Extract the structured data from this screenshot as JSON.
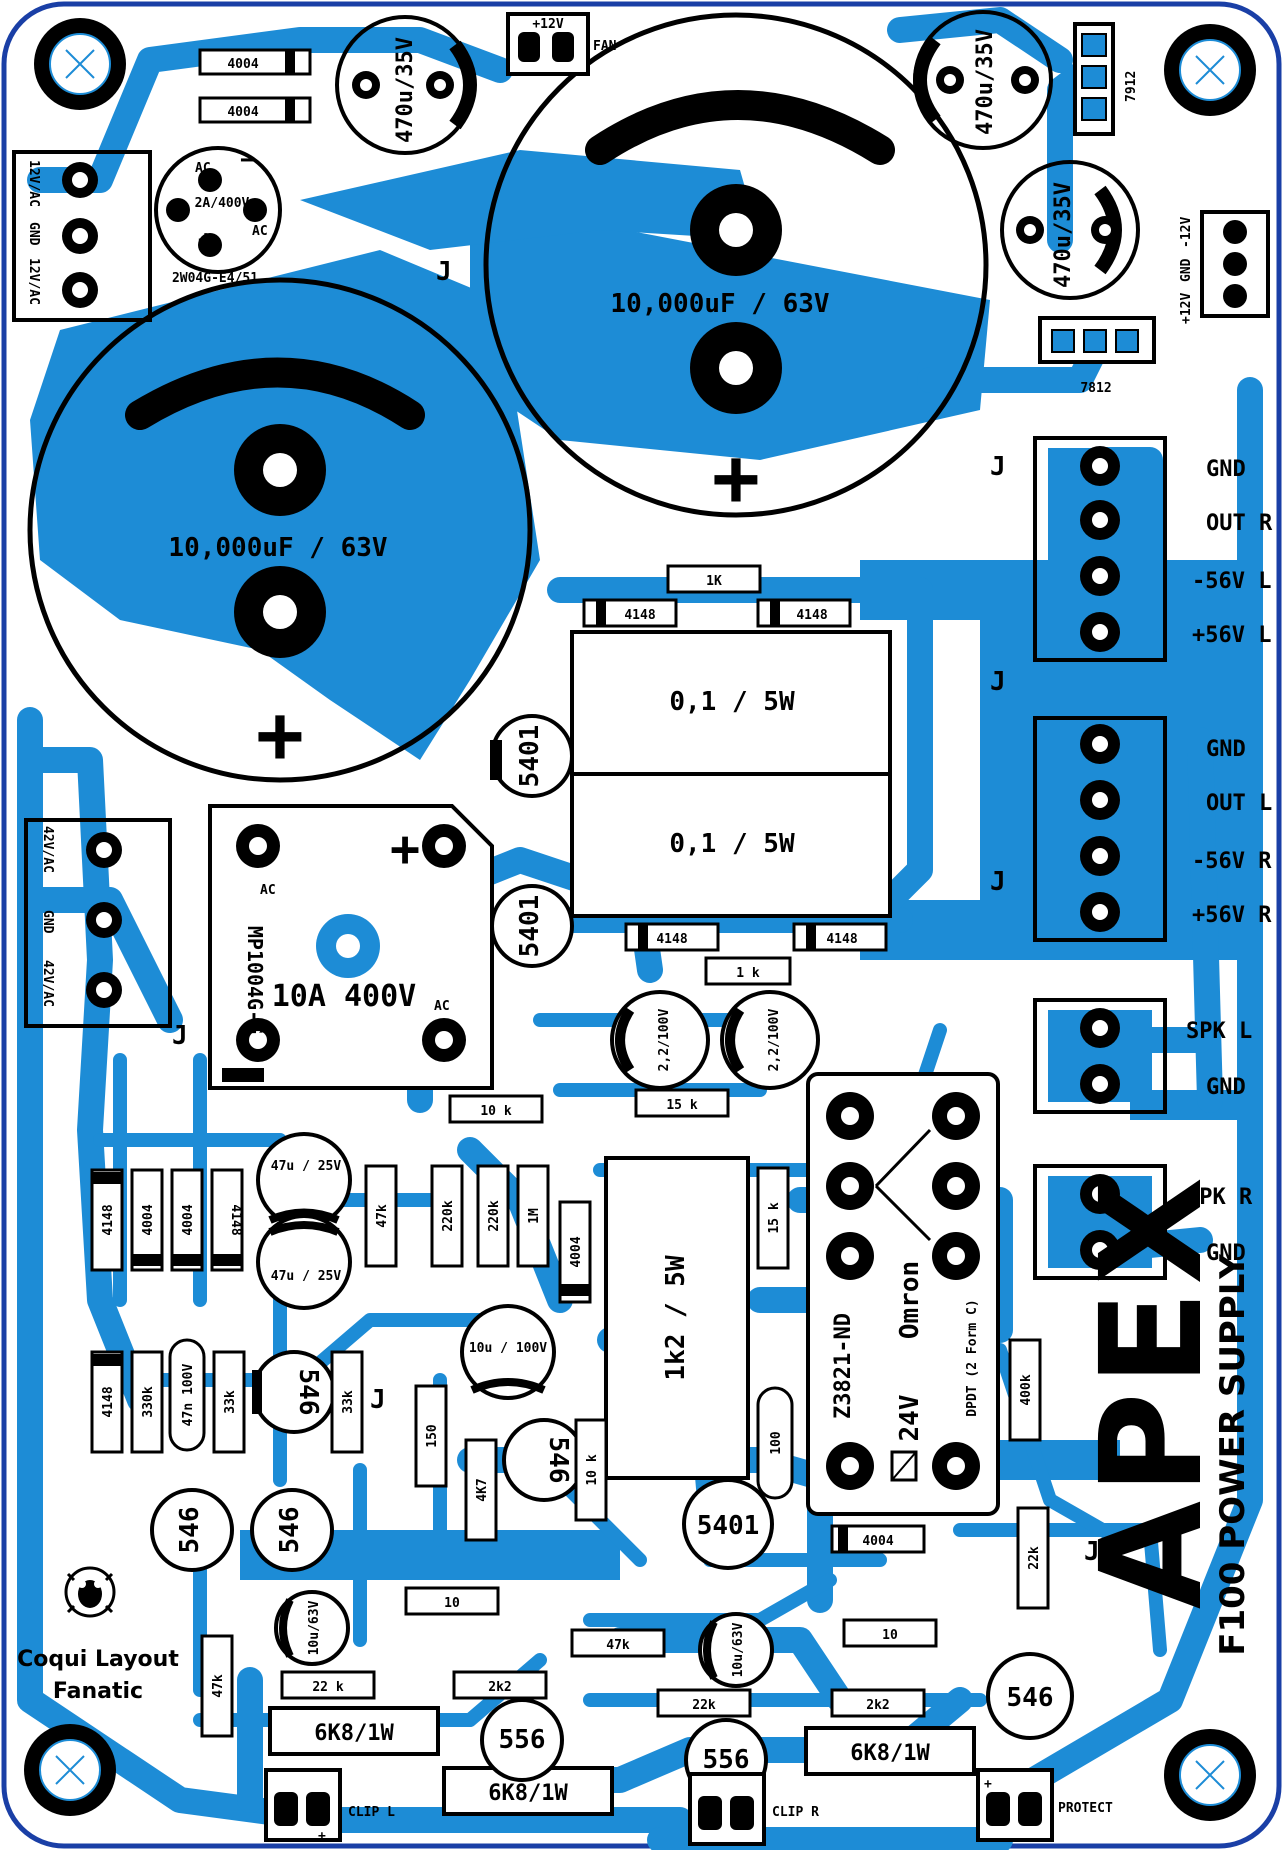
{
  "colors": {
    "copper": "#1d8cd6",
    "silk": "#000000",
    "board": "#ffffff",
    "outline": "#1a3fa6",
    "pad": "#ffffff"
  },
  "brand": {
    "logo_text": "APEX",
    "subtitle": "F100 POWER SUPPLY",
    "author_line1": "Coqui Layout",
    "author_line2": "Fanatic"
  },
  "big_caps": {
    "left": "10,000uF / 63V",
    "right": "10,000uF / 63V",
    "plus": "+"
  },
  "small_caps": {
    "top_left": "470u/35V",
    "top_right": "470u/35V",
    "right": "470u/35V",
    "c47a": "47u / 25V",
    "c47b": "47u / 25V",
    "c10u100": "10u / 100V",
    "c22a": "2,2/100V",
    "c22b": "2,2/100V",
    "c10u63a": "10u/63V",
    "c10u63b": "10u/63V"
  },
  "bridge_small": {
    "part": "2W04G-E4/51",
    "rating": "2A/400V",
    "ac1": "AC",
    "ac2": "AC",
    "minus": "−",
    "plus": "+"
  },
  "bridge_big": {
    "part": "MP1004G-G",
    "rating": "10A 400V",
    "ac1": "AC",
    "ac2": "AC"
  },
  "regulators": {
    "r7912": "7912",
    "r7812": "7812"
  },
  "diodes": {
    "d4004_a": "4004",
    "d4004_b": "4004",
    "d4148_a": "4148",
    "d4148_b": "4148",
    "d4148_c": "4148",
    "d4148_d": "4148",
    "d4004_c": "4004",
    "d4004_d": "4004",
    "d4148_e": "4148",
    "d4148_f": "4148",
    "d4148_g": "4148",
    "d4004_e": "4004",
    "d4004_f": "4004",
    "d5401_a": "5401",
    "d5401_b": "5401",
    "d5401_c": "5401"
  },
  "resistors": {
    "r1k_top": "1K",
    "r1k_mid": "1 k",
    "r01a": "0,1 / 5W",
    "r01b": "0,1 / 5W",
    "r10k": "10 k",
    "r15k_a": "15 k",
    "r15k_b": "15 k",
    "r47k_a": "47k",
    "r220k_a": "220k",
    "r220k_b": "220k",
    "r1m": "1M",
    "r1k2": "1k2 / 5W",
    "r330k": "330k",
    "r33k_a": "33k",
    "r33k_b": "33k",
    "r150": "150",
    "r4k7": "4K7",
    "r10k_v": "10 k",
    "r100": "100",
    "r400k": "400k",
    "r22k_v": "22k",
    "r10_a": "10",
    "r10_b": "10",
    "r47k_b": "47k",
    "r47k_c": "47k",
    "r22k_a": "22 k",
    "r2k2_a": "2k2",
    "r22k_b": "22k",
    "r2k2_b": "2k2",
    "r6k8_a": "6K8/1W",
    "r6k8_b": "6K8/1W",
    "r6k8_c": "6K8/1W",
    "c47n": "47n 100V"
  },
  "transistors": {
    "t546_a": "546",
    "t546_b": "546",
    "t546_c": "546",
    "t546_d": "546",
    "t546_e": "546",
    "t556_a": "556",
    "t556_b": "556"
  },
  "relay": {
    "part": "Z3821-ND",
    "brand": "Omron",
    "voltage": "24V",
    "type": "DPDT (2 Form C)"
  },
  "jumpers": {
    "j": "J"
  },
  "connectors": {
    "fan": {
      "label": "FAN",
      "pin": "+12V"
    },
    "ac_in_top": [
      "12V/AC",
      "GND",
      "12V/AC"
    ],
    "ac_in_bottom": [
      "42V/AC",
      "GND",
      "42V/AC"
    ],
    "aux_out": [
      "+12V",
      "GND",
      "-12V"
    ],
    "amp1": [
      "GND",
      "OUT R",
      "-56V L",
      "+56V L"
    ],
    "amp2": [
      "GND",
      "OUT L",
      "-56V R",
      "+56V R"
    ],
    "spk_l": [
      "SPK L",
      "GND"
    ],
    "spk_r": [
      "SPK R",
      "GND"
    ],
    "clip_l": "CLIP L",
    "clip_r": "CLIP R",
    "protect": "PROTECT",
    "pin_plus": "+"
  }
}
